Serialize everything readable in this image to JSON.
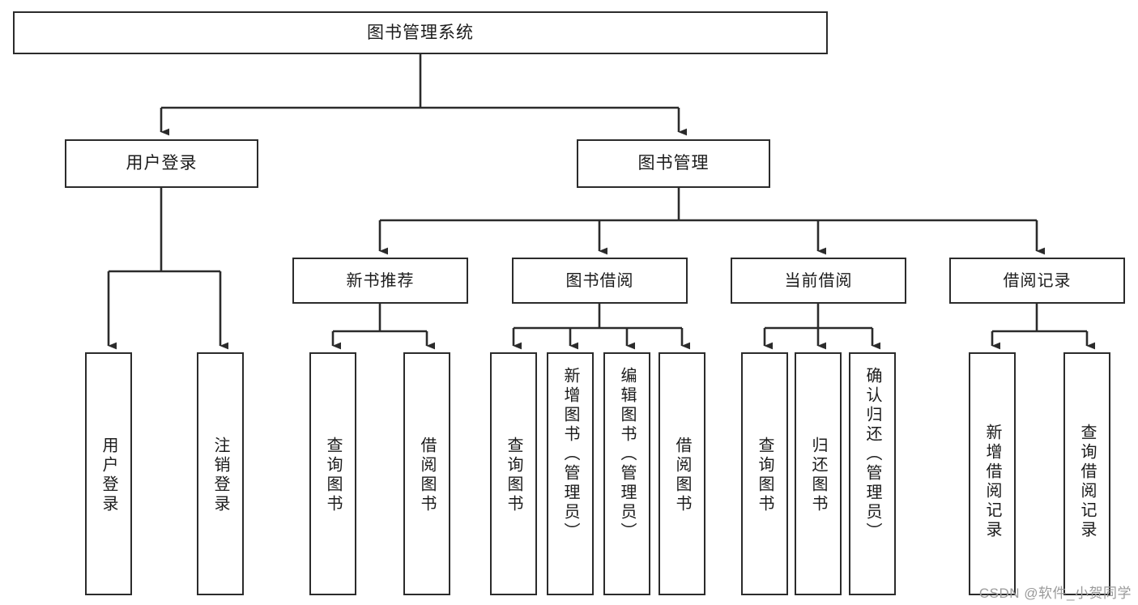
{
  "diagram": {
    "type": "tree",
    "title": "图书管理系统",
    "root": {
      "label": "图书管理系统"
    },
    "level1": [
      {
        "label": "用户登录"
      },
      {
        "label": "图书管理"
      }
    ],
    "level2": [
      {
        "label": "新书推荐"
      },
      {
        "label": "图书借阅"
      },
      {
        "label": "当前借阅"
      },
      {
        "label": "借阅记录"
      }
    ],
    "leaves": {
      "user_login": [
        {
          "label": "用户登录"
        },
        {
          "label": "注销登录"
        }
      ],
      "new_book_recommend": [
        {
          "label": "查询图书"
        },
        {
          "label": "借阅图书"
        }
      ],
      "book_borrow": [
        {
          "label": "查询图书"
        },
        {
          "label": "新增图书（管理员）"
        },
        {
          "label": "编辑图书（管理员）"
        },
        {
          "label": "借阅图书"
        }
      ],
      "current_borrow": [
        {
          "label": "查询图书"
        },
        {
          "label": "归还图书"
        },
        {
          "label": "确认归还（管理员）"
        }
      ],
      "borrow_record": [
        {
          "label": "新增借阅记录"
        },
        {
          "label": "查询借阅记录"
        }
      ]
    }
  },
  "watermark": {
    "text": "CSDN @软件_小贺同学"
  },
  "colors": {
    "stroke": "#2b2b2b",
    "background": "#ffffff",
    "text": "#1b1b1b",
    "watermark": "#9a9a9a"
  }
}
